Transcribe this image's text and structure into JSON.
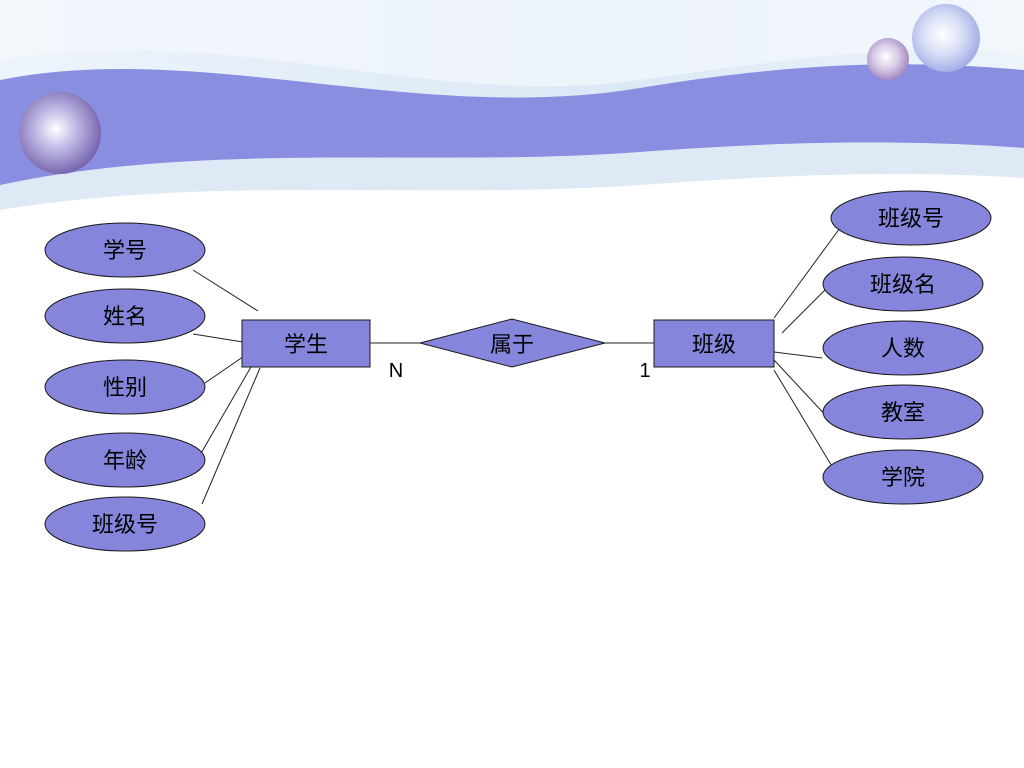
{
  "colors": {
    "node_fill": "#8585dc",
    "node_stroke": "#1a1a1a",
    "line": "#222222",
    "banner_dark": "#8a8ee0",
    "banner_light": "#dfe9f6"
  },
  "entities": {
    "student": "学生",
    "class": "班级"
  },
  "relationship": {
    "label": "属于",
    "card_left": "N",
    "card_right": "1"
  },
  "student_attributes": [
    "学号",
    "姓名",
    "性别",
    "年龄",
    "班级号"
  ],
  "class_attributes": [
    "班级号",
    "班级名",
    "人数",
    "教室",
    "学院"
  ]
}
